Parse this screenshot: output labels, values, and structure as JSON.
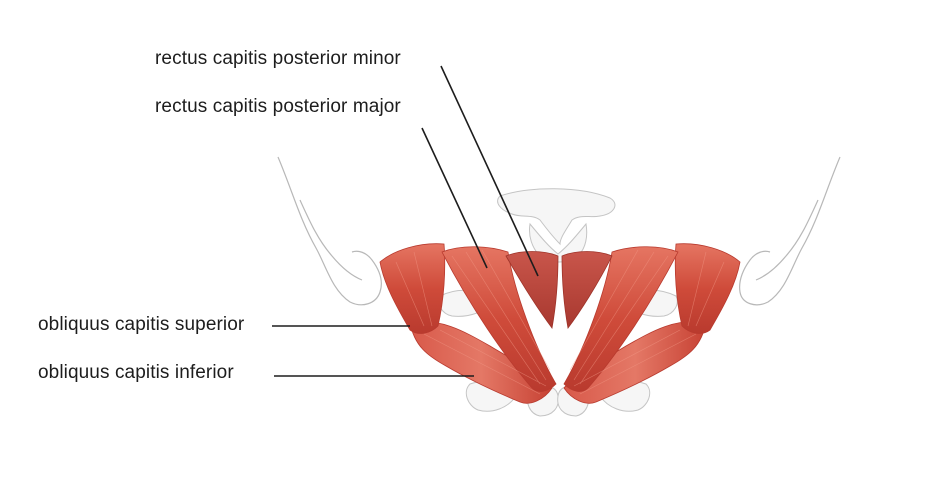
{
  "labels": {
    "rectus_capitis_posterior_minor": "rectus capitis posterior minor",
    "rectus_capitis_posterior_major": "rectus capitis posterior major",
    "obliquus_capitis_superior": "obliquus capitis superior",
    "obliquus_capitis_inferior": "obliquus capitis inferior"
  },
  "colors": {
    "muscle_light": "#e4705e",
    "muscle_mid": "#cd4a3a",
    "muscle_dark": "#a83228",
    "muscle_deep": "#b4473d",
    "bone_outline": "#b8b8b8",
    "bone_fill": "#f4f4f4",
    "leader_line": "#1d1d1d",
    "label_text": "#1d1d1d"
  }
}
